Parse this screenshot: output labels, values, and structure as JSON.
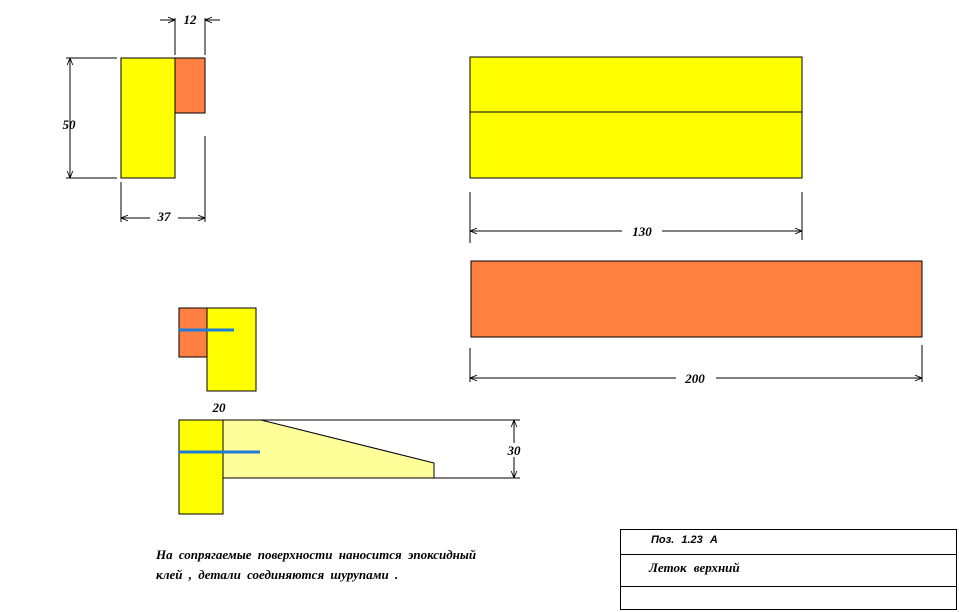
{
  "dimensions": {
    "top_width_orange": "12",
    "height_profile": "50",
    "width_profile": "37",
    "length_yellow": "130",
    "length_orange": "200",
    "width_small": "20",
    "height_bracket": "30"
  },
  "note": {
    "line1": "На  сопрягаемые  поверхности  наносится  эпоксидный",
    "line2": "клей ,  детали соединяются шурупами    ."
  },
  "title_block": {
    "position": "Поз.  1.23 А",
    "name": "Леток  верхний"
  },
  "colors": {
    "yellow": "#ffff00",
    "light_yellow": "#ffff99",
    "orange": "#ff8040",
    "screw": "#1e7bd6",
    "line": "#000000"
  }
}
